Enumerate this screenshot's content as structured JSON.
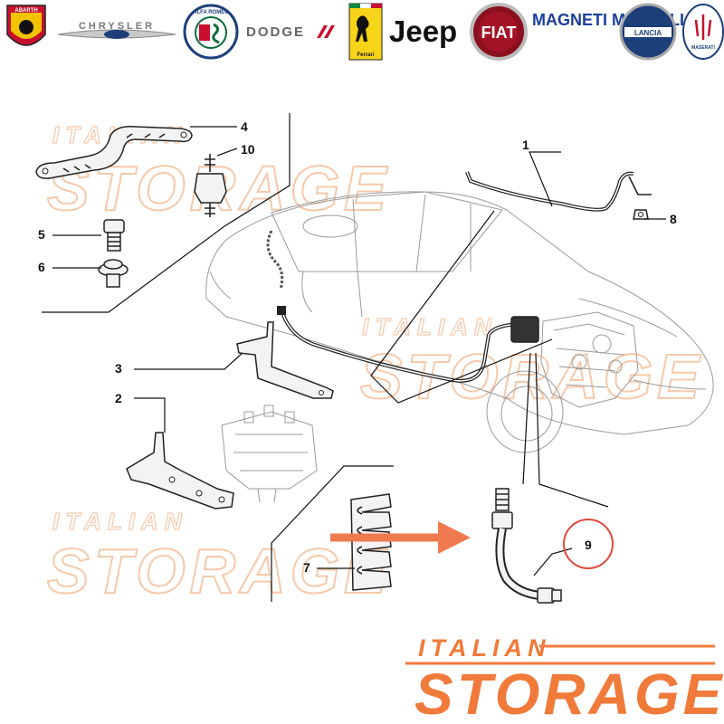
{
  "brand_bar": {
    "logos": [
      {
        "name": "abarth-logo",
        "text": "ABARTH"
      },
      {
        "name": "chrysler-logo",
        "text": "CHRYSLER"
      },
      {
        "name": "alfa-romeo-logo",
        "text": "ALFA ROMEO"
      },
      {
        "name": "dodge-logo",
        "text": "DODGE"
      },
      {
        "name": "ferrari-logo",
        "text": "Ferrari"
      },
      {
        "name": "jeep-logo",
        "text": "Jeep"
      },
      {
        "name": "fiat-logo",
        "text": "FIAT"
      },
      {
        "name": "magneti-marelli-logo",
        "text": "MAGNETI MARELLI"
      },
      {
        "name": "lancia-logo",
        "text": "LANCIA"
      },
      {
        "name": "maserati-logo",
        "text": "MASERATI"
      }
    ]
  },
  "watermark": {
    "line1": "ITALIAN",
    "line2": "STORAGE"
  },
  "footer_logo": {
    "line1": "ITALIAN",
    "line2": "STORAGE"
  },
  "callouts": [
    "1",
    "2",
    "3",
    "4",
    "5",
    "6",
    "7",
    "8",
    "9",
    "10"
  ],
  "highlighted_callout": "9",
  "colors": {
    "accent": "#f07a3a",
    "watermark": "#f6c9aa",
    "arrow": "#f07a50",
    "highlight_circle": "#e0483a"
  }
}
